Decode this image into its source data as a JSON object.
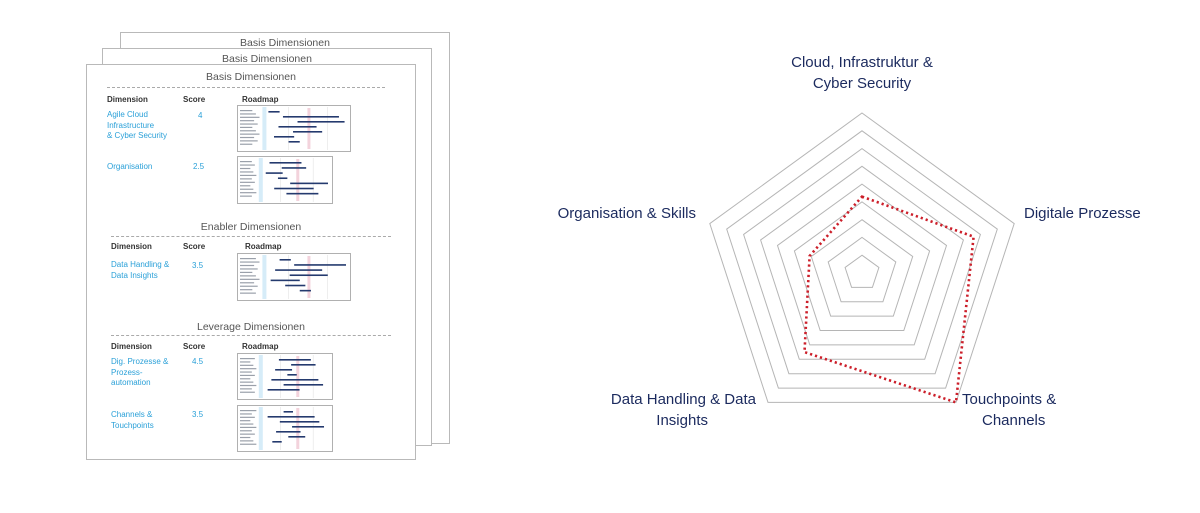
{
  "sheets": {
    "back_titles": [
      "Basis Dimensionen",
      "Basis Dimensionen"
    ],
    "front": {
      "sections": [
        {
          "title": "Basis Dimensionen",
          "headers": {
            "dimension": "Dimension",
            "score": "Score",
            "roadmap": "Roadmap"
          },
          "rows": [
            {
              "dimension": [
                "Agile Cloud",
                "Infrastructure",
                "& Cyber Security"
              ],
              "score": "4"
            },
            {
              "dimension": [
                "Organisation"
              ],
              "score": "2.5"
            }
          ]
        },
        {
          "title": "Enabler Dimensionen",
          "headers": {
            "dimension": "Dimension",
            "score": "Score",
            "roadmap": "Roadmap"
          },
          "rows": [
            {
              "dimension": [
                "Data Handling &",
                "Data Insights"
              ],
              "score": "3.5"
            }
          ]
        },
        {
          "title": "Leverage Dimensionen",
          "headers": {
            "dimension": "Dimension",
            "score": "Score",
            "roadmap": "Roadmap"
          },
          "rows": [
            {
              "dimension": [
                "Dig. Prozesse  &",
                "Prozess-",
                "automation"
              ],
              "score": "4.5"
            },
            {
              "dimension": [
                "Channels &",
                "Touchpoints"
              ],
              "score": "3.5"
            }
          ]
        }
      ]
    }
  },
  "chart_data": {
    "type": "radar",
    "axes": [
      "Cloud, Infrastruktur & Cyber Security",
      "Digitale Prozesse",
      "Touchpoints & Channels",
      "Data Handling & Data Insights",
      "Organisation & Skills"
    ],
    "axis_label_lines": [
      [
        "Cloud, Infrastruktur &",
        "Cyber Security"
      ],
      [
        "Digitale Prozesse"
      ],
      [
        "Touchpoints &",
        "Channels"
      ],
      [
        "Data Handling & Data",
        "Insights"
      ],
      [
        "Organisation & Skills"
      ]
    ],
    "rings": 9,
    "max": 9,
    "series": [
      {
        "values": [
          4.3,
          6.6,
          9,
          5.5,
          3.1
        ],
        "color": "#cc1f2a",
        "style": "dotted"
      }
    ],
    "grid_color": "#b5b5b5"
  }
}
